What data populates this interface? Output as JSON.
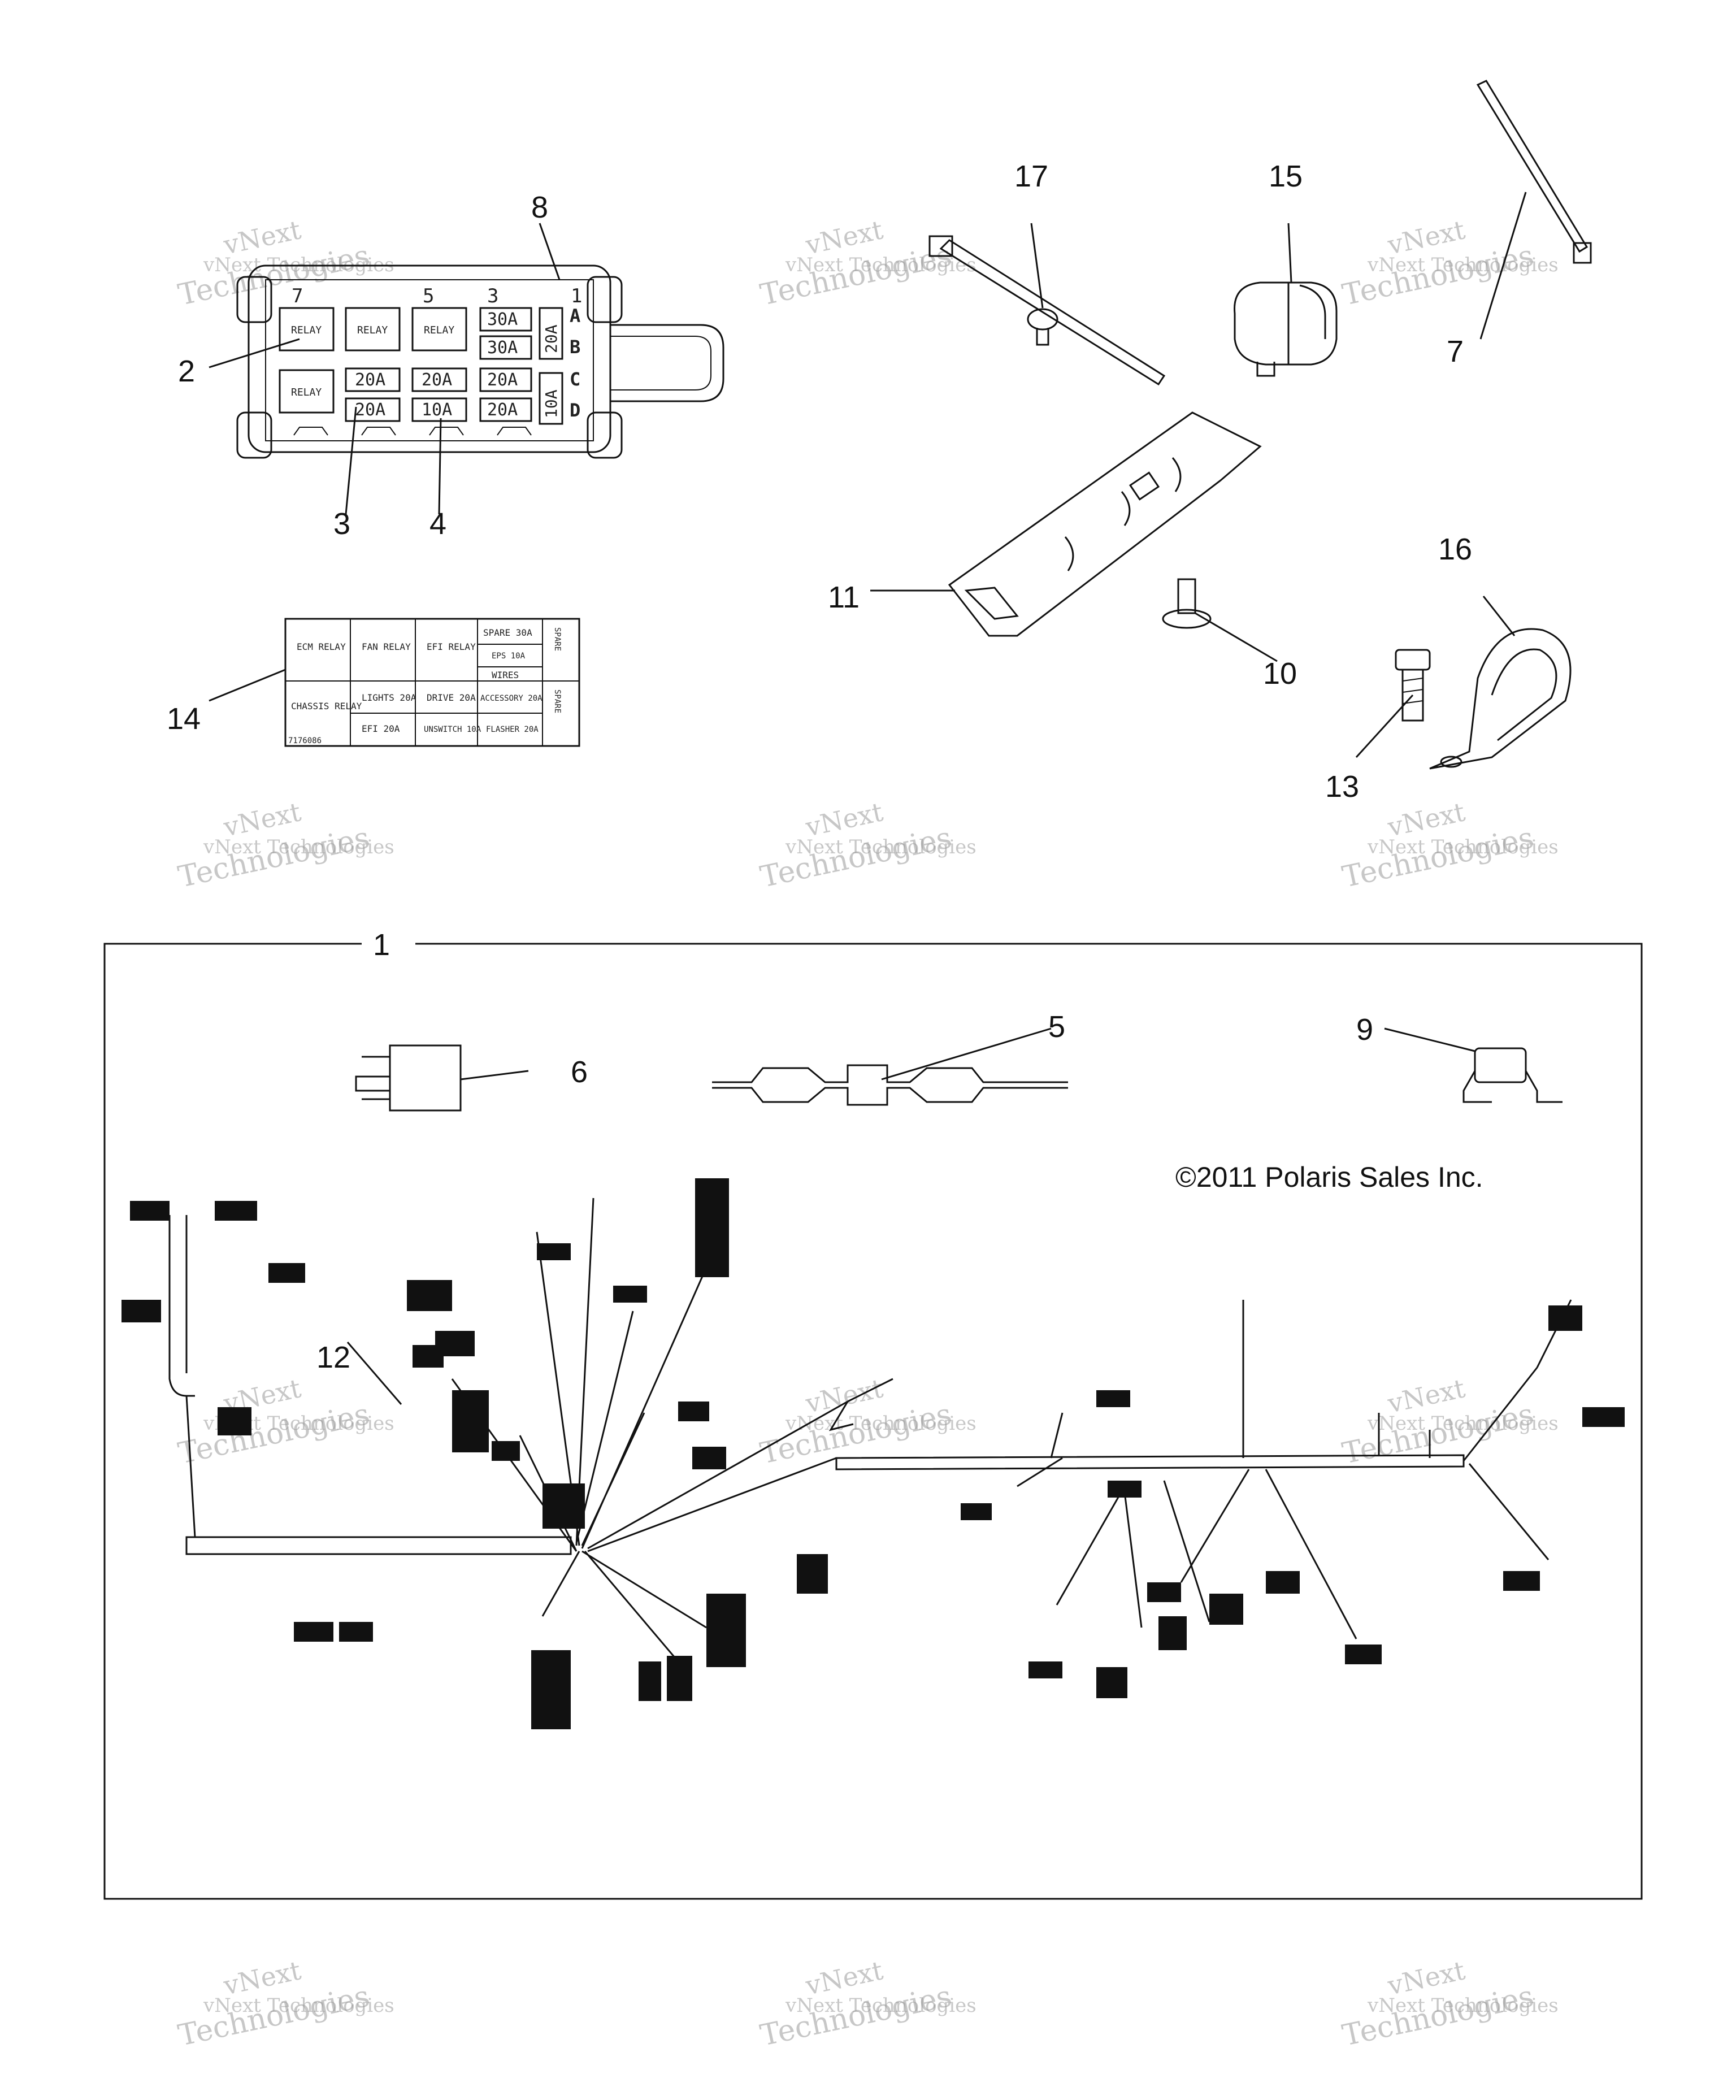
{
  "copyright": "©2011 Polaris Sales Inc.",
  "watermark": {
    "line1": "vNext Technologies",
    "line2": "vNext",
    "line3": "Technologies"
  },
  "callouts": [
    "1",
    "2",
    "3",
    "4",
    "5",
    "6",
    "7",
    "8",
    "9",
    "10",
    "11",
    "12",
    "13",
    "14",
    "15",
    "16",
    "17"
  ],
  "fuse_box": {
    "top_numbers": [
      "7",
      "5",
      "3",
      "1"
    ],
    "side_letters": [
      "A",
      "B",
      "C",
      "D"
    ],
    "relays": [
      "RELAY",
      "RELAY",
      "RELAY",
      "RELAY"
    ],
    "fuses_row1": [
      "30A"
    ],
    "fuses_row2": [
      "30A"
    ],
    "fuses_row3": [
      "20A",
      "20A",
      "20A"
    ],
    "fuses_row4": [
      "20A",
      "10A",
      "20A"
    ],
    "side_fuses": [
      "20A",
      "10A"
    ]
  },
  "decal": {
    "cells": [
      "ECM RELAY",
      "FAN RELAY",
      "EFI RELAY",
      "SPARE 30A",
      "EPS 10A",
      "WIRES",
      "CHASSIS RELAY",
      "LIGHTS 20A",
      "DRIVE 20A",
      "ACCESSORY 20A",
      "EFI 20A",
      "UNSWITCH 10A",
      "FLASHER 20A"
    ],
    "side_text": [
      "SPARE",
      "SPARE"
    ],
    "part_no": "7176086"
  },
  "colors": {
    "line": "#111111",
    "watermark": "#9a9a9a",
    "background": "#ffffff"
  }
}
